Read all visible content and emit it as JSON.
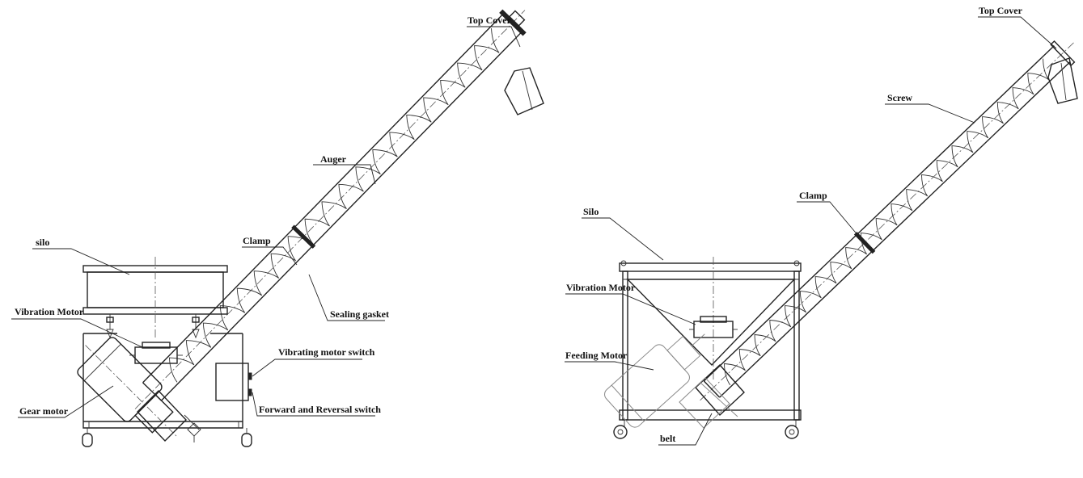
{
  "left_diagram": {
    "labels": {
      "top_cover": "Top Cover",
      "auger": "Auger",
      "clamp": "Clamp",
      "silo": "silo",
      "sealing_gasket": "Sealing gasket",
      "vibration_motor": "Vibration Motor",
      "vibrating_motor_switch": "Vibrating motor switch",
      "gear_motor": "Gear motor",
      "forward_reversal_switch": "Forward and Reversal switch"
    }
  },
  "right_diagram": {
    "labels": {
      "top_cover": "Top Cover",
      "screw": "Screw",
      "clamp": "Clamp",
      "silo": "Silo",
      "vibration_motor": "Vibration Motor",
      "feeding_motor": "Feeding Motor",
      "belt": "belt"
    }
  }
}
